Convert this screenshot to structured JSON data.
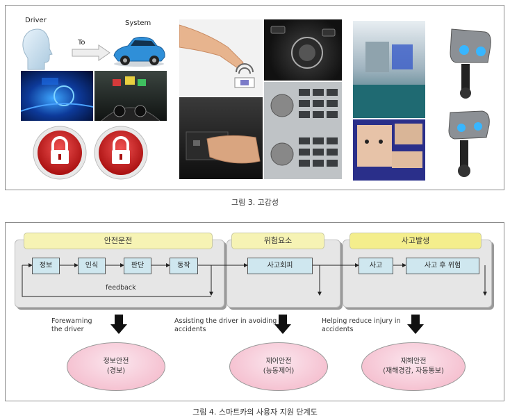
{
  "figure3": {
    "caption": "그림 3. 고감성",
    "driver_label": "Driver",
    "to_label": "To",
    "system_label": "System"
  },
  "figure4": {
    "caption": "그림 4. 스마트카의 사용자 지원 단계도",
    "phases": [
      "안전운전",
      "위험요소",
      "사고발생"
    ],
    "nodes": [
      "정보",
      "인식",
      "판단",
      "동작",
      "사고회피",
      "사고",
      "사고 후 위험"
    ],
    "feedback_label": "feedback",
    "descriptions": [
      "Forewarning\nthe driver",
      "Assisting the driver in avoiding\naccidents",
      "Helping reduce injury in\naccidents"
    ],
    "outcomes": [
      {
        "title": "정보안전",
        "sub": "(경보)"
      },
      {
        "title": "제어안전",
        "sub": "(능동제어)"
      },
      {
        "title": "재해안전",
        "sub": "(재해경감, 자동통보)"
      }
    ]
  },
  "colors": {
    "phase_fill": "#f6f3b4",
    "node_fill": "#cfe7ef",
    "group_fill": "#e6e6e6",
    "ellipse_fill": "#f3b4c6"
  }
}
